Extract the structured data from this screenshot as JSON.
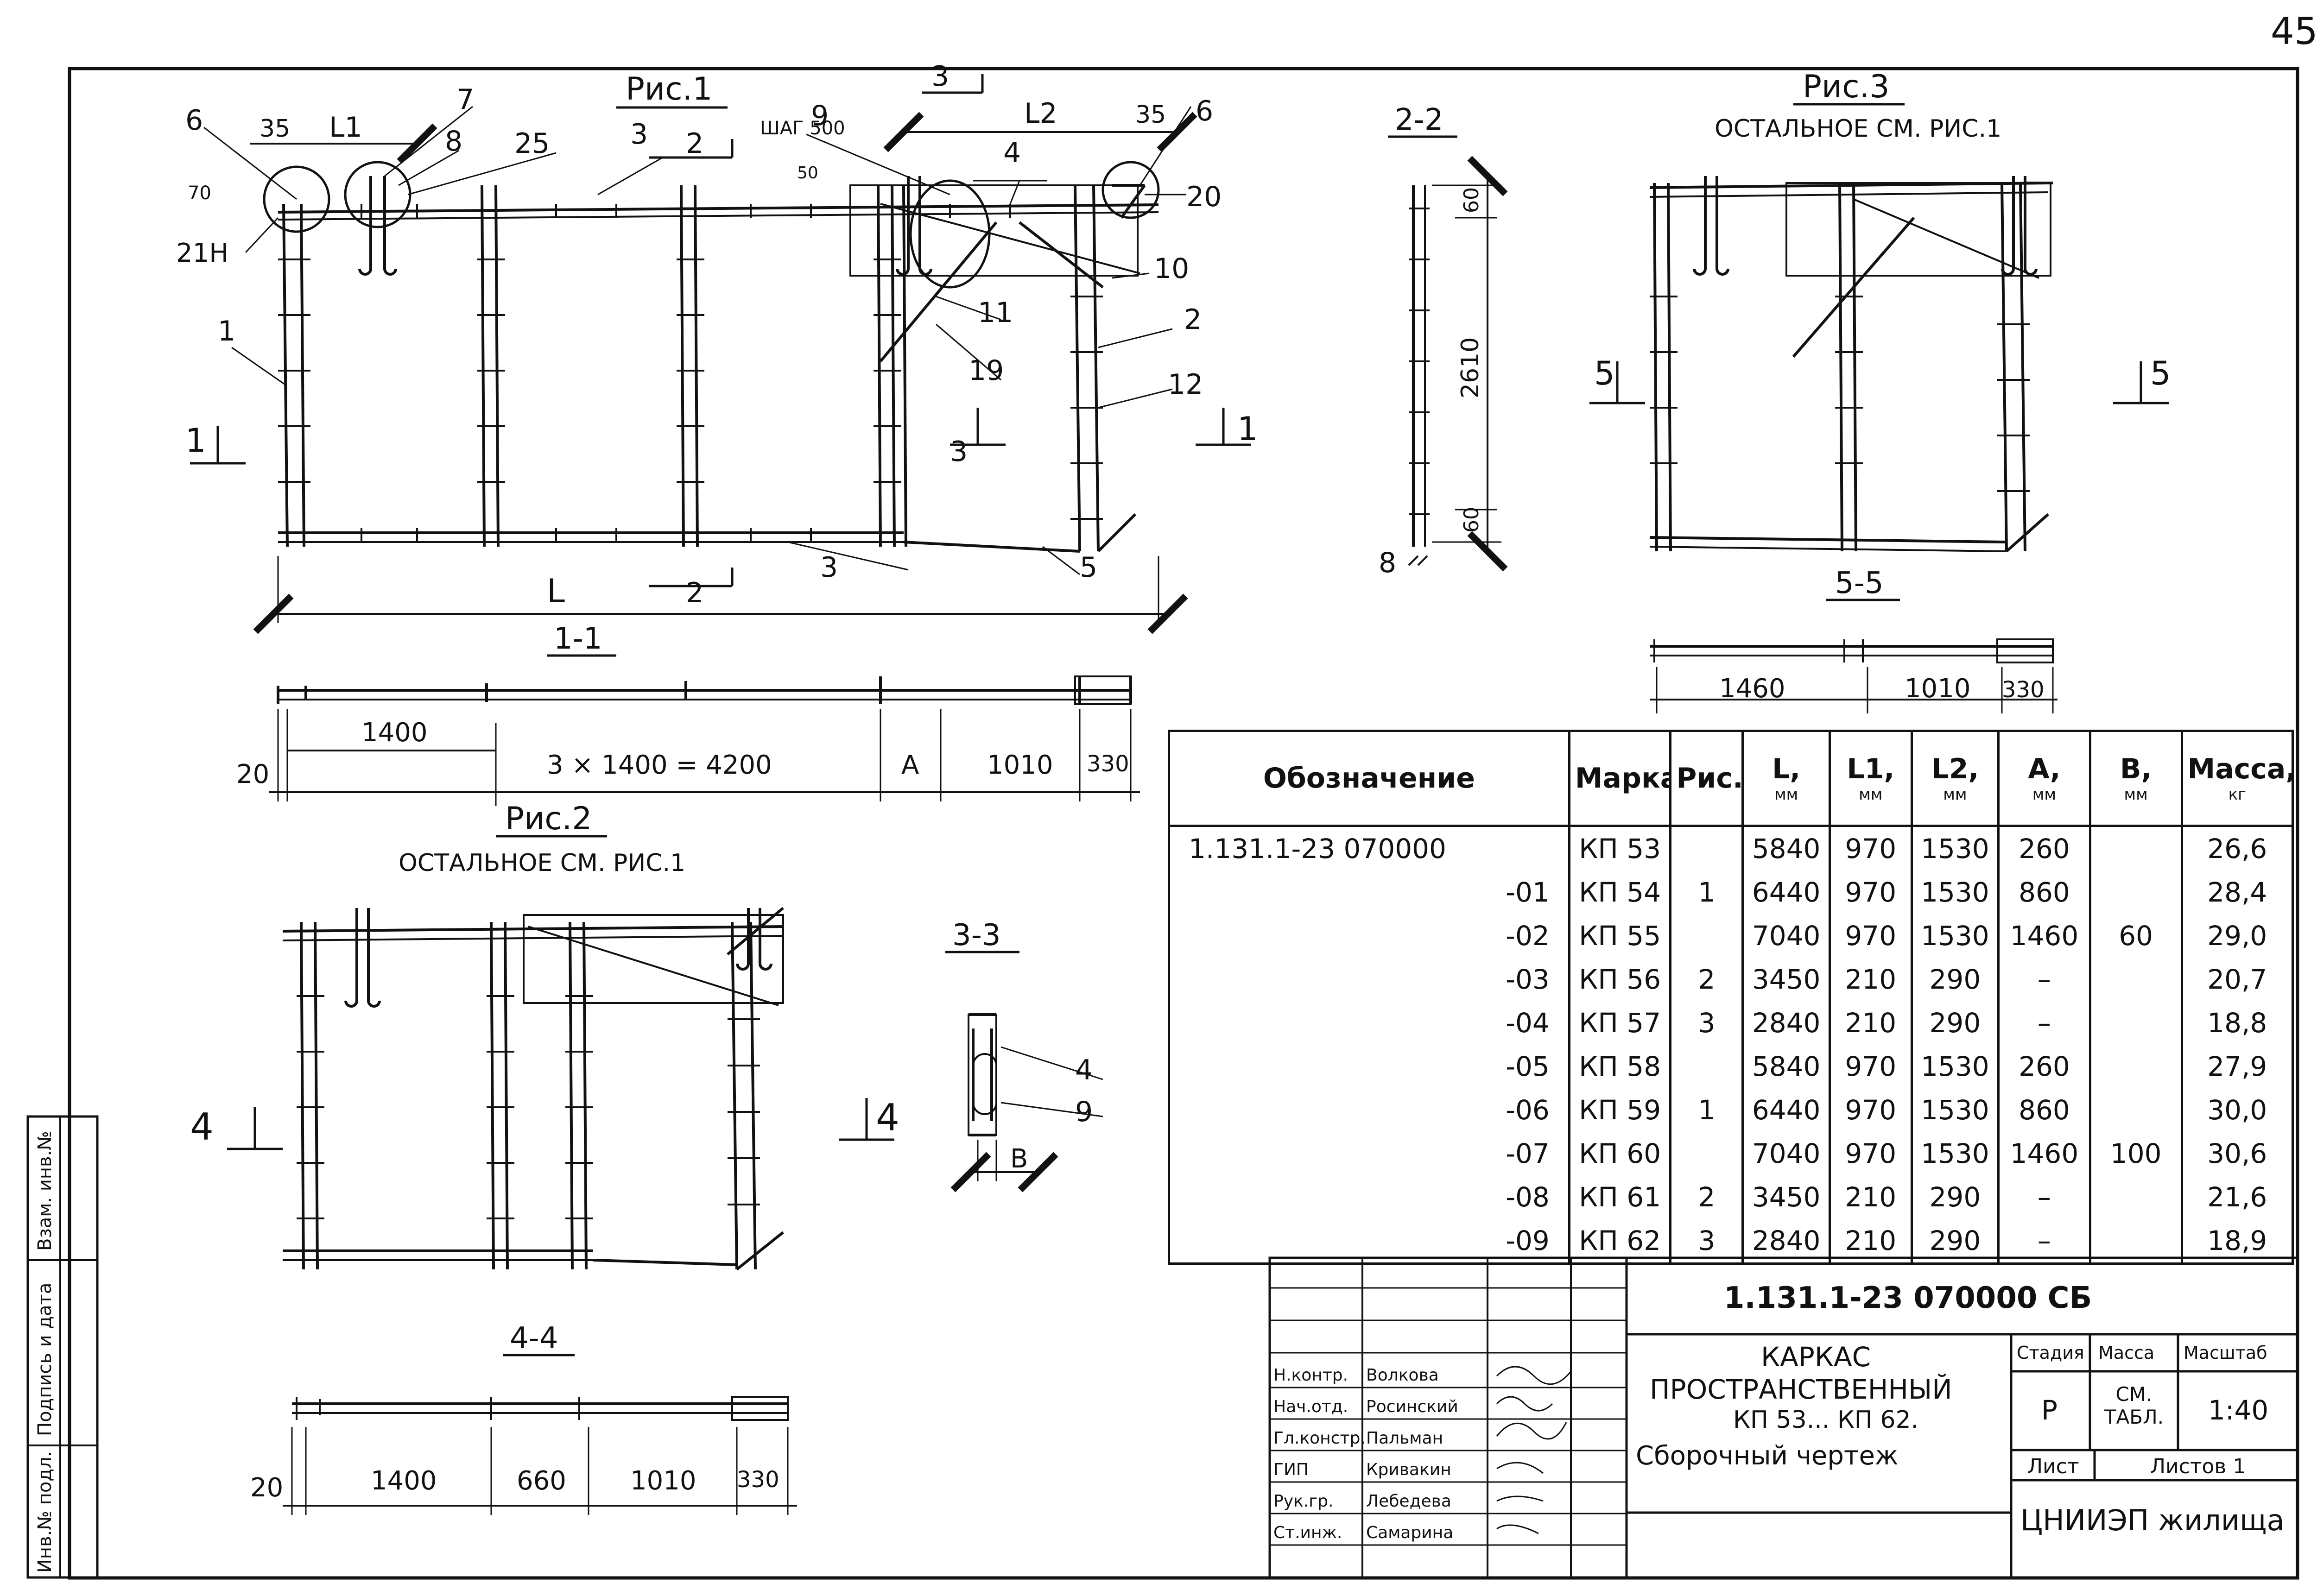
{
  "page_number": "45",
  "figures": {
    "fig1": "Рис.1",
    "fig2": "Рис.2",
    "fig3": "Рис.3",
    "rest_see_fig1": "ОСТАЛЬНОЕ СМ. РИС.1"
  },
  "sections": {
    "s11": "1-1",
    "s22": "2-2",
    "s33": "3-3",
    "s44": "4-4",
    "s55": "5-5"
  },
  "fig1_labels": {
    "L": "L",
    "L1": "L1",
    "L2": "L2",
    "d35a": "35",
    "d35b": "35",
    "d70": "70",
    "step": "ШАГ 500",
    "d50": "50",
    "c1": "1",
    "c2": "2",
    "c3a": "3",
    "c3b": "3",
    "c4": "4",
    "c5": "5",
    "c6a": "6",
    "c6b": "6",
    "c7": "7",
    "c8": "8",
    "c9": "9",
    "c10": "10",
    "c11": "11",
    "c12": "12",
    "c19": "19",
    "c20": "20",
    "c21": "21Н",
    "c25": "25",
    "cut1a": "1",
    "cut1b": "1",
    "cut2a": "2",
    "cut2b": "2",
    "cut3a": "3",
    "cut3b": "3"
  },
  "sec11_dims": {
    "d20": "20",
    "d1400": "1400",
    "d3x1400": "3 × 1400 = 4200",
    "dA": "A",
    "d1010": "1010",
    "d330": "330"
  },
  "sec22_dims": {
    "d60a": "60",
    "d2610": "2610",
    "d60b": "60",
    "c8": "8"
  },
  "fig3_labels": {
    "cut5a": "5",
    "cut5b": "5"
  },
  "sec55_dims": {
    "d1460": "1460",
    "d1010": "1010",
    "d330": "330"
  },
  "fig2_labels": {
    "cut4a": "4",
    "cut4b": "4"
  },
  "sec33_labels": {
    "c4": "4",
    "c9": "9",
    "dB": "B"
  },
  "sec44_dims": {
    "d20": "20",
    "d1400": "1400",
    "d660": "660",
    "d1010": "1010",
    "d330": "330"
  },
  "table": {
    "headers": [
      {
        "label": "Обозначение",
        "unit": ""
      },
      {
        "label": "Марка",
        "unit": ""
      },
      {
        "label": "Рис.",
        "unit": ""
      },
      {
        "label": "L,",
        "unit": "мм"
      },
      {
        "label": "L1,",
        "unit": "мм"
      },
      {
        "label": "L2,",
        "unit": "мм"
      },
      {
        "label": "A,",
        "unit": "мм"
      },
      {
        "label": "B,",
        "unit": "мм"
      },
      {
        "label": "Масса,",
        "unit": "кг"
      }
    ],
    "rows": [
      {
        "designation": "1.131.1-23   070000",
        "mark": "КП 53",
        "fig": "",
        "L": "5840",
        "L1": "970",
        "L2": "1530",
        "A": "260",
        "B": "",
        "mass": "26,6"
      },
      {
        "designation": "-01",
        "mark": "КП 54",
        "fig": "1",
        "L": "6440",
        "L1": "970",
        "L2": "1530",
        "A": "860",
        "B": "",
        "mass": "28,4"
      },
      {
        "designation": "-02",
        "mark": "КП 55",
        "fig": "",
        "L": "7040",
        "L1": "970",
        "L2": "1530",
        "A": "1460",
        "B": "60",
        "mass": "29,0"
      },
      {
        "designation": "-03",
        "mark": "КП 56",
        "fig": "2",
        "L": "3450",
        "L1": "210",
        "L2": "290",
        "A": "–",
        "B": "",
        "mass": "20,7"
      },
      {
        "designation": "-04",
        "mark": "КП 57",
        "fig": "3",
        "L": "2840",
        "L1": "210",
        "L2": "290",
        "A": "–",
        "B": "",
        "mass": "18,8"
      },
      {
        "designation": "-05",
        "mark": "КП 58",
        "fig": "",
        "L": "5840",
        "L1": "970",
        "L2": "1530",
        "A": "260",
        "B": "",
        "mass": "27,9"
      },
      {
        "designation": "-06",
        "mark": "КП 59",
        "fig": "1",
        "L": "6440",
        "L1": "970",
        "L2": "1530",
        "A": "860",
        "B": "",
        "mass": "30,0"
      },
      {
        "designation": "-07",
        "mark": "КП 60",
        "fig": "",
        "L": "7040",
        "L1": "970",
        "L2": "1530",
        "A": "1460",
        "B": "100",
        "mass": "30,6"
      },
      {
        "designation": "-08",
        "mark": "КП 61",
        "fig": "2",
        "L": "3450",
        "L1": "210",
        "L2": "290",
        "A": "–",
        "B": "",
        "mass": "21,6"
      },
      {
        "designation": "-09",
        "mark": "КП 62",
        "fig": "3",
        "L": "2840",
        "L1": "210",
        "L2": "290",
        "A": "–",
        "B": "",
        "mass": "18,9"
      }
    ]
  },
  "title_block": {
    "doc_code": "1.131.1-23   070000 СБ",
    "title_line1": "КАРКАС",
    "title_line2": "ПРОСТРАНСТВЕННЫЙ",
    "title_line3": "КП 53... КП 62.",
    "title_line4": "Сборочный   чертеж",
    "stage_h": "Стадия",
    "mass_h": "Масса",
    "scale_h": "Масштаб",
    "stage": "Р",
    "mass": "СМ. ТАБЛ.",
    "scale": "1:40",
    "sheet_h": "Лист",
    "sheets_h": "Листов 1",
    "org": "ЦНИИЭП жилища",
    "roles": [
      {
        "role": "Н.контр.",
        "name": "Волкова"
      },
      {
        "role": "Нач.отд.",
        "name": "Росинский"
      },
      {
        "role": "Гл.констр.",
        "name": "Пальман"
      },
      {
        "role": "ГИП",
        "name": "Кривакин"
      },
      {
        "role": "Рук.гр.",
        "name": "Лебедева"
      },
      {
        "role": "Ст.инж.",
        "name": "Самарина"
      }
    ]
  },
  "side_stamp": {
    "inv_orig": "Инв.№ подл.",
    "sign_date": "Подпись и дата",
    "replace_inv": "Взам. инв.№"
  }
}
